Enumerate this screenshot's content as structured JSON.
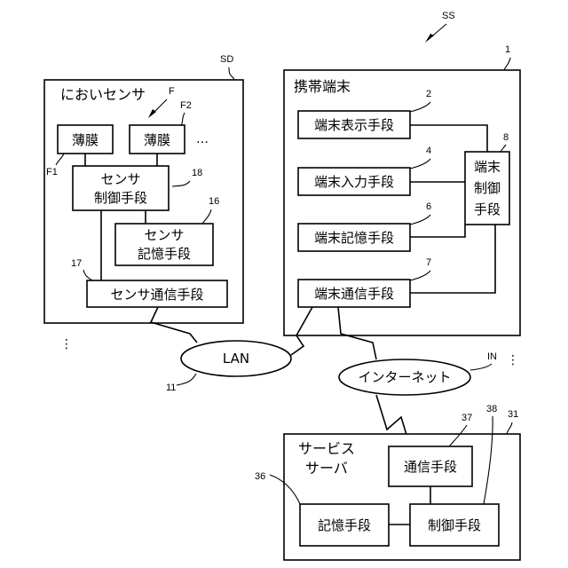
{
  "labels": {
    "ss": "SS",
    "sd": "SD",
    "f": "F",
    "f1": "F1",
    "f2": "F2",
    "r1": "1",
    "r2": "2",
    "r4": "4",
    "r6": "6",
    "r7": "7",
    "r8": "8",
    "r11": "11",
    "r16": "16",
    "r17": "17",
    "r18": "18",
    "r31": "31",
    "r36": "36",
    "r37": "37",
    "r38": "38",
    "in": "IN"
  },
  "sensor": {
    "title": "においセンサ",
    "film_1": "薄膜",
    "film_2": "薄膜",
    "ellipsis": "…",
    "control_l1": "センサ",
    "control_l2": "制御手段",
    "storage_l1": "センサ",
    "storage_l2": "記憶手段",
    "comm": "センサ通信手段"
  },
  "terminal": {
    "title": "携帯端末",
    "display": "端末表示手段",
    "input": "端末入力手段",
    "storage": "端末記憶手段",
    "comm": "端末通信手段",
    "control_l1": "端末",
    "control_l2": "制御",
    "control_l3": "手段"
  },
  "networks": {
    "lan": "LAN",
    "internet": "インターネット",
    "vdots_left": "⋮",
    "vdots_right": "⋮"
  },
  "server": {
    "title_l1": "サービス",
    "title_l2": "サーバ",
    "comm": "通信手段",
    "storage": "記憶手段",
    "control": "制御手段"
  }
}
